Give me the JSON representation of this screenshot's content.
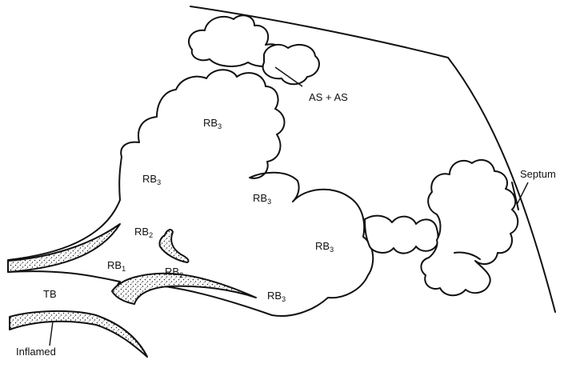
{
  "labels": {
    "as_as": "AS + AS",
    "septum": "Septum",
    "tb": "TB",
    "inflamed": "Inflamed",
    "rb3_top": {
      "base": "RB",
      "sub": "3"
    },
    "rb3_left": {
      "base": "RB",
      "sub": "3"
    },
    "rb3_middle": {
      "base": "RB",
      "sub": "3"
    },
    "rb3_right": {
      "base": "RB",
      "sub": "3"
    },
    "rb3_bottom": {
      "base": "RB",
      "sub": "3"
    },
    "rb2_upper": {
      "base": "RB",
      "sub": "2"
    },
    "rb2_lower": {
      "base": "RB",
      "sub": "2"
    },
    "rb1": {
      "base": "RB",
      "sub": "1"
    }
  }
}
